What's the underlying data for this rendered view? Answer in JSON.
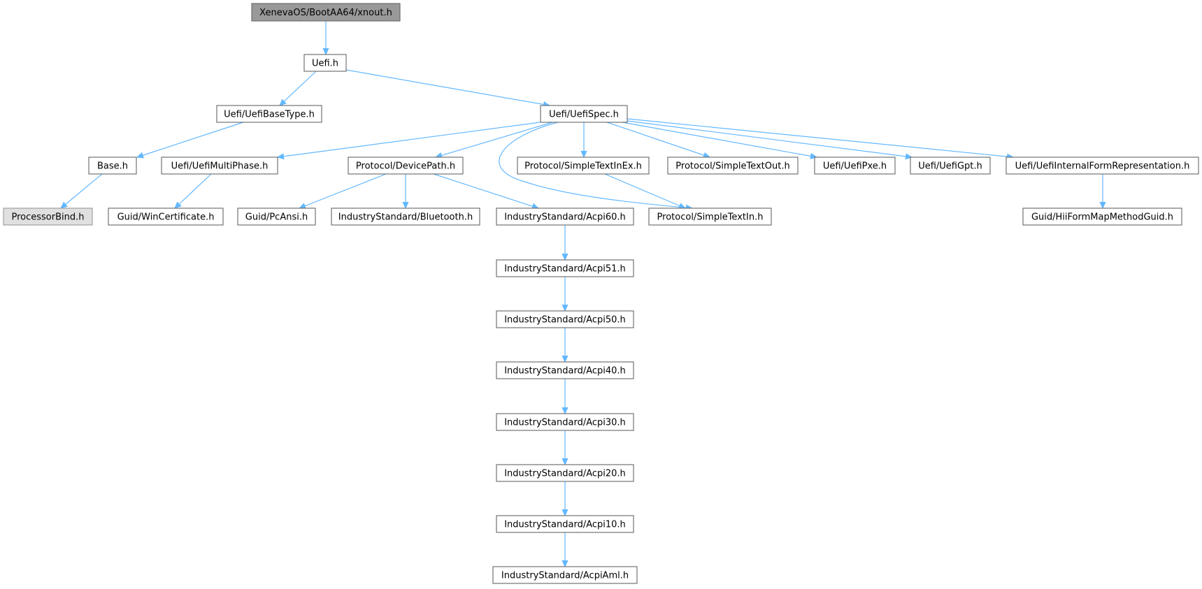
{
  "diagram": {
    "type": "include-dependency-graph",
    "colors": {
      "edge": "#63b8ff",
      "root_fill": "#999999",
      "external_fill": "#e0e0e0",
      "node_border": "#666666"
    },
    "nodes": [
      {
        "id": "xnout",
        "label": "XenevaOS/BootAA64/xnout.h",
        "style": "root"
      },
      {
        "id": "uefi",
        "label": "Uefi.h",
        "style": "normal"
      },
      {
        "id": "basetype",
        "label": "Uefi/UefiBaseType.h",
        "style": "normal"
      },
      {
        "id": "uefispec",
        "label": "Uefi/UefiSpec.h",
        "style": "normal"
      },
      {
        "id": "base",
        "label": "Base.h",
        "style": "normal"
      },
      {
        "id": "multiphase",
        "label": "Uefi/UefiMultiPhase.h",
        "style": "normal"
      },
      {
        "id": "devicepath",
        "label": "Protocol/DevicePath.h",
        "style": "normal"
      },
      {
        "id": "stinex",
        "label": "Protocol/SimpleTextInEx.h",
        "style": "normal"
      },
      {
        "id": "stout",
        "label": "Protocol/SimpleTextOut.h",
        "style": "normal"
      },
      {
        "id": "pxe",
        "label": "Uefi/UefiPxe.h",
        "style": "normal"
      },
      {
        "id": "gpt",
        "label": "Uefi/UefiGpt.h",
        "style": "normal"
      },
      {
        "id": "ifr",
        "label": "Uefi/UefiInternalFormRepresentation.h",
        "style": "normal"
      },
      {
        "id": "procbind",
        "label": "ProcessorBind.h",
        "style": "external"
      },
      {
        "id": "wincert",
        "label": "Guid/WinCertificate.h",
        "style": "normal"
      },
      {
        "id": "pcansi",
        "label": "Guid/PcAnsi.h",
        "style": "normal"
      },
      {
        "id": "bluetooth",
        "label": "IndustryStandard/Bluetooth.h",
        "style": "normal"
      },
      {
        "id": "acpi60",
        "label": "IndustryStandard/Acpi60.h",
        "style": "normal"
      },
      {
        "id": "stin",
        "label": "Protocol/SimpleTextIn.h",
        "style": "normal"
      },
      {
        "id": "hiiform",
        "label": "Guid/HiiFormMapMethodGuid.h",
        "style": "normal"
      },
      {
        "id": "acpi51",
        "label": "IndustryStandard/Acpi51.h",
        "style": "normal"
      },
      {
        "id": "acpi50",
        "label": "IndustryStandard/Acpi50.h",
        "style": "normal"
      },
      {
        "id": "acpi40",
        "label": "IndustryStandard/Acpi40.h",
        "style": "normal"
      },
      {
        "id": "acpi30",
        "label": "IndustryStandard/Acpi30.h",
        "style": "normal"
      },
      {
        "id": "acpi20",
        "label": "IndustryStandard/Acpi20.h",
        "style": "normal"
      },
      {
        "id": "acpi10",
        "label": "IndustryStandard/Acpi10.h",
        "style": "normal"
      },
      {
        "id": "acpiaml",
        "label": "IndustryStandard/AcpiAml.h",
        "style": "normal"
      }
    ],
    "edges": [
      {
        "from": "xnout",
        "to": "uefi"
      },
      {
        "from": "uefi",
        "to": "basetype"
      },
      {
        "from": "uefi",
        "to": "uefispec"
      },
      {
        "from": "basetype",
        "to": "base"
      },
      {
        "from": "base",
        "to": "procbind"
      },
      {
        "from": "uefispec",
        "to": "multiphase"
      },
      {
        "from": "uefispec",
        "to": "devicepath"
      },
      {
        "from": "uefispec",
        "to": "stin"
      },
      {
        "from": "uefispec",
        "to": "stinex"
      },
      {
        "from": "uefispec",
        "to": "stout"
      },
      {
        "from": "uefispec",
        "to": "pxe"
      },
      {
        "from": "uefispec",
        "to": "gpt"
      },
      {
        "from": "uefispec",
        "to": "ifr"
      },
      {
        "from": "multiphase",
        "to": "wincert"
      },
      {
        "from": "devicepath",
        "to": "pcansi"
      },
      {
        "from": "devicepath",
        "to": "bluetooth"
      },
      {
        "from": "devicepath",
        "to": "acpi60"
      },
      {
        "from": "stinex",
        "to": "stin"
      },
      {
        "from": "ifr",
        "to": "hiiform"
      },
      {
        "from": "acpi60",
        "to": "acpi51"
      },
      {
        "from": "acpi51",
        "to": "acpi50"
      },
      {
        "from": "acpi50",
        "to": "acpi40"
      },
      {
        "from": "acpi40",
        "to": "acpi30"
      },
      {
        "from": "acpi30",
        "to": "acpi20"
      },
      {
        "from": "acpi20",
        "to": "acpi10"
      },
      {
        "from": "acpi10",
        "to": "acpiaml"
      }
    ]
  }
}
